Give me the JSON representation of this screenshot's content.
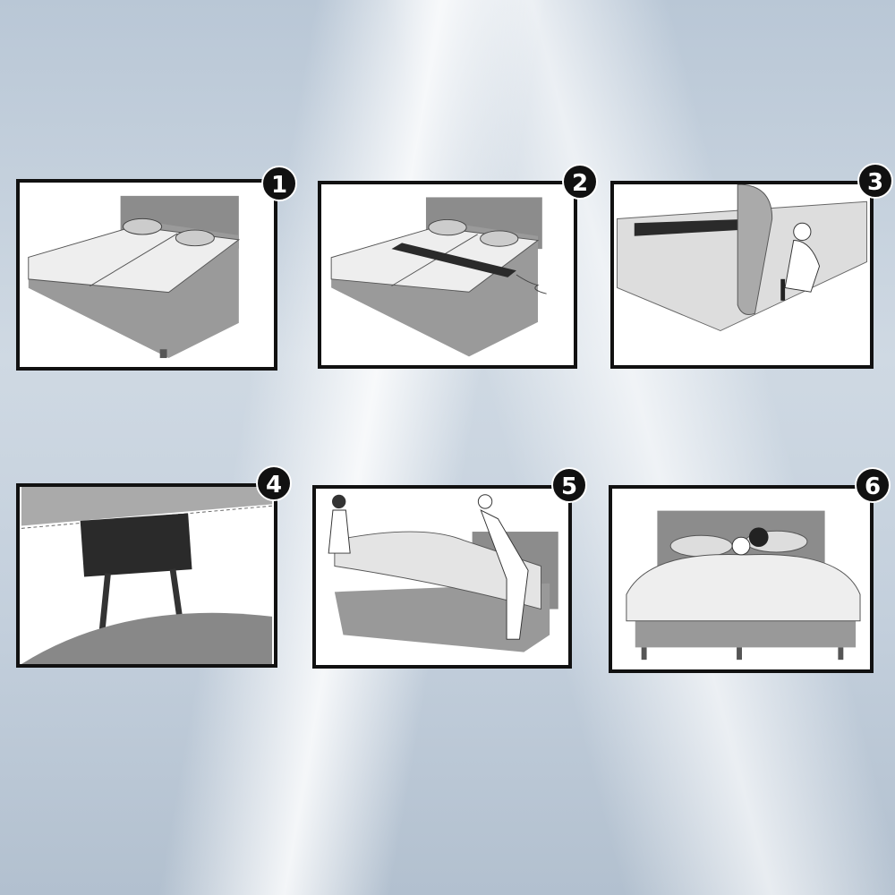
{
  "steps": [
    {
      "number": "1",
      "scene": "two-beds-side-by-side"
    },
    {
      "number": "2",
      "scene": "strap-across-beds"
    },
    {
      "number": "3",
      "scene": "man-fastening-strap-under-mattress"
    },
    {
      "number": "4",
      "scene": "strap-buckle-closeup"
    },
    {
      "number": "5",
      "scene": "couple-spreading-sheet"
    },
    {
      "number": "6",
      "scene": "couple-sleeping-in-joined-bed"
    }
  ],
  "colors": {
    "frame": "#111111",
    "badge": "#111111",
    "strap": "#2a2a2a",
    "bed_base": "#8a8a8a"
  }
}
